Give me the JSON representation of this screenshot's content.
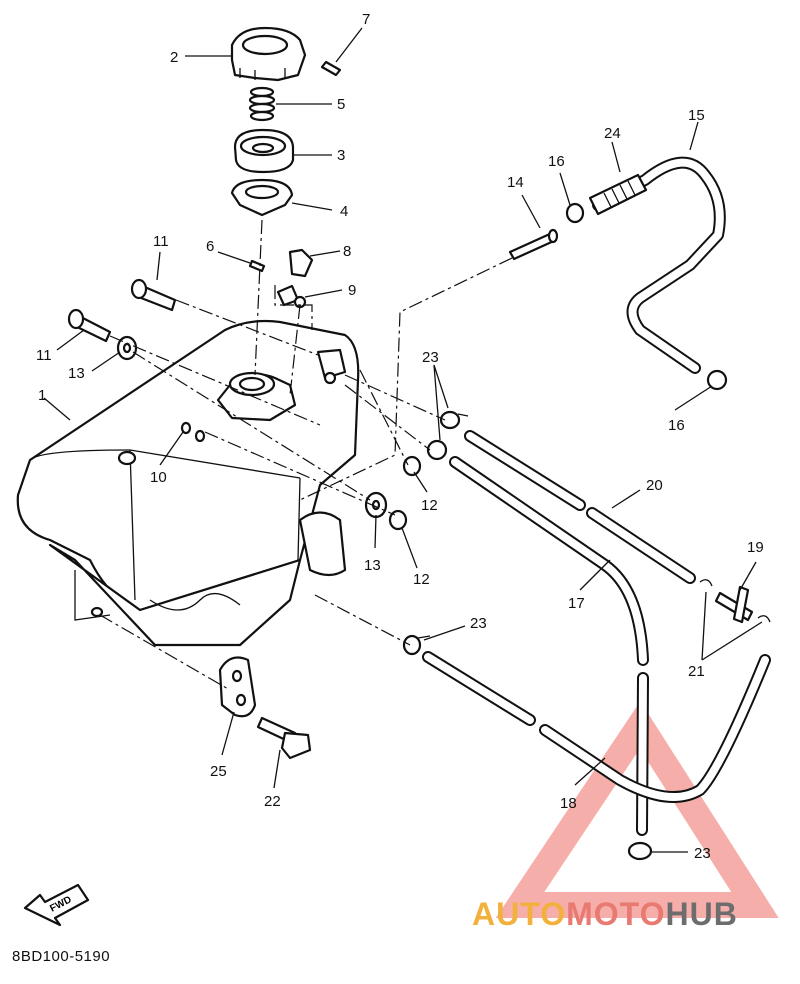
{
  "diagram": {
    "callouts": [
      "1",
      "2",
      "3",
      "4",
      "5",
      "6",
      "7",
      "8",
      "9",
      "10",
      "11",
      "12",
      "13",
      "14",
      "15",
      "16",
      "17",
      "18",
      "19",
      "20",
      "21",
      "22",
      "23",
      "24",
      "25"
    ],
    "diagram_code": "8BD100-5190",
    "fwd_label": "FWD",
    "watermark": {
      "part1": "AUTO",
      "part2": "MOTO",
      "part3": "HUB"
    },
    "colors": {
      "line": "#111111",
      "watermark_triangle": "#f3a09a",
      "watermark_auto": "#f2b13c",
      "watermark_moto": "#e87a72",
      "watermark_hub": "#6d6d6d"
    }
  }
}
